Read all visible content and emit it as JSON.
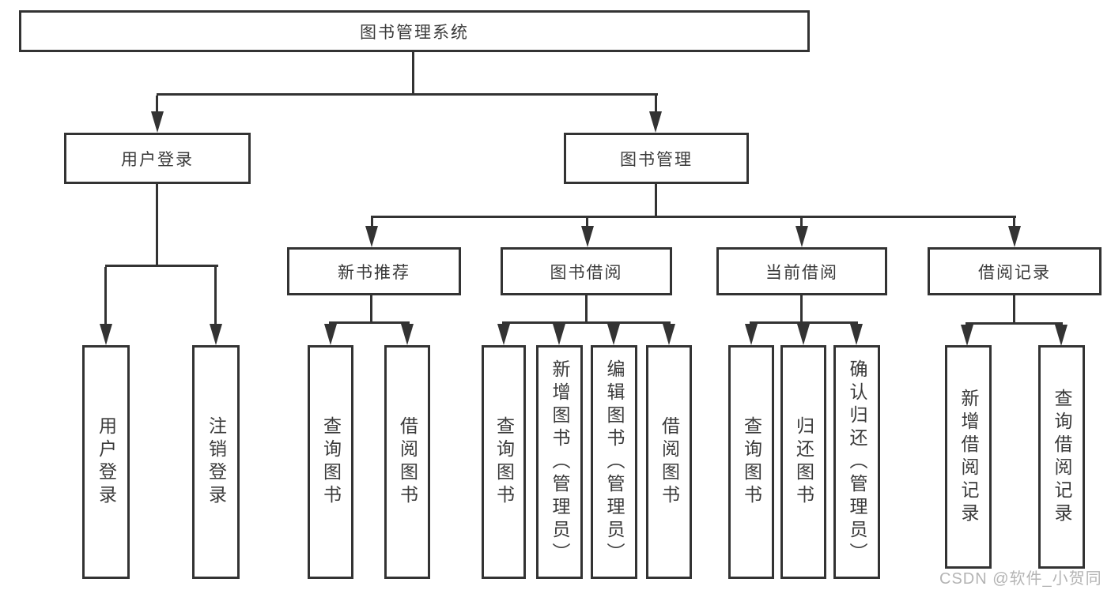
{
  "tree": {
    "label": "图书管理系统",
    "children": [
      {
        "label": "用户登录",
        "children": [
          {
            "label": "用户登录"
          },
          {
            "label": "注销登录"
          }
        ]
      },
      {
        "label": "图书管理",
        "children": [
          {
            "label": "新书推荐",
            "children": [
              {
                "label": "查询图书"
              },
              {
                "label": "借阅图书"
              }
            ]
          },
          {
            "label": "图书借阅",
            "children": [
              {
                "label": "查询图书"
              },
              {
                "label": "新增图书（管理员）"
              },
              {
                "label": "编辑图书（管理员）"
              },
              {
                "label": "借阅图书"
              }
            ]
          },
          {
            "label": "当前借阅",
            "children": [
              {
                "label": "查询图书"
              },
              {
                "label": "归还图书"
              },
              {
                "label": "确认归还（管理员）"
              }
            ]
          },
          {
            "label": "借阅记录",
            "children": [
              {
                "label": "新增借阅记录"
              },
              {
                "label": "查询借阅记录"
              }
            ]
          }
        ]
      }
    ]
  },
  "watermark": {
    "text": "CSDN @软件_小贺同学"
  },
  "colors": {
    "line": "#333333",
    "box_background": "#ffffff",
    "watermark": "#b4b4b4"
  }
}
